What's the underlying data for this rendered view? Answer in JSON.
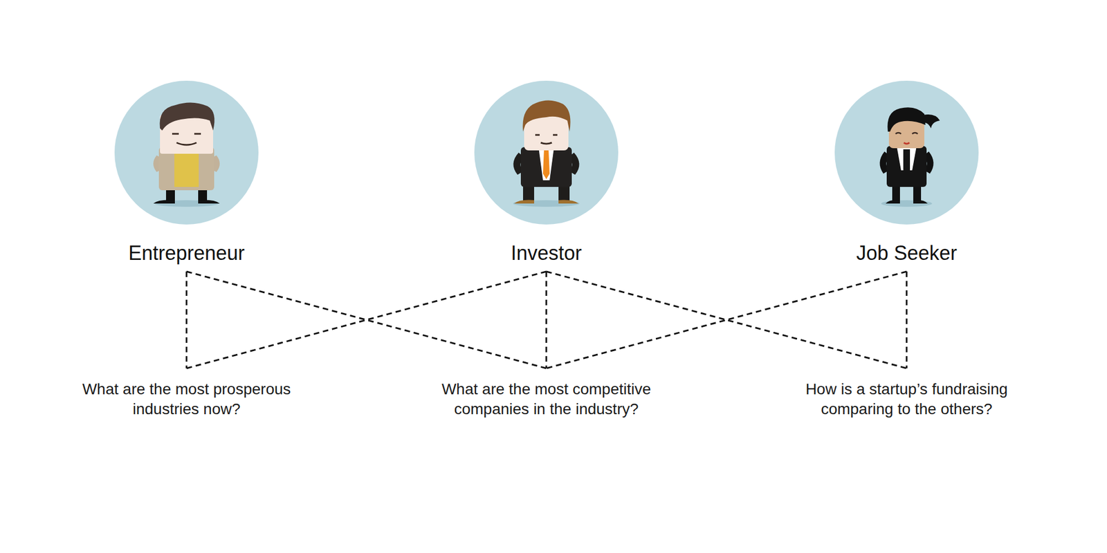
{
  "diagram": {
    "nodes": [
      {
        "text": [
          "Entrepreneur"
        ]
      },
      {
        "text": [
          "Investor"
        ]
      },
      {
        "text": [
          "Job Seeker"
        ]
      },
      {
        "text": [
          "What are the most prosperous industries now?"
        ]
      },
      {
        "text": [
          "What are the most competitive companies in the industry?"
        ]
      },
      {
        "text": [
          "How is a startup’s fundraising comparing to the others?"
        ]
      }
    ],
    "edges": [
      {
        "from": 0,
        "to": 3,
        "arrow": "none"
      },
      {
        "from": 0,
        "to": 4,
        "arrow": "none"
      },
      {
        "from": 1,
        "to": 3,
        "arrow": "none"
      },
      {
        "from": 1,
        "to": 4,
        "arrow": "none"
      },
      {
        "from": 1,
        "to": 5,
        "arrow": "none"
      },
      {
        "from": 2,
        "to": 4,
        "arrow": "none"
      },
      {
        "from": 2,
        "to": 5,
        "arrow": "none"
      }
    ]
  }
}
